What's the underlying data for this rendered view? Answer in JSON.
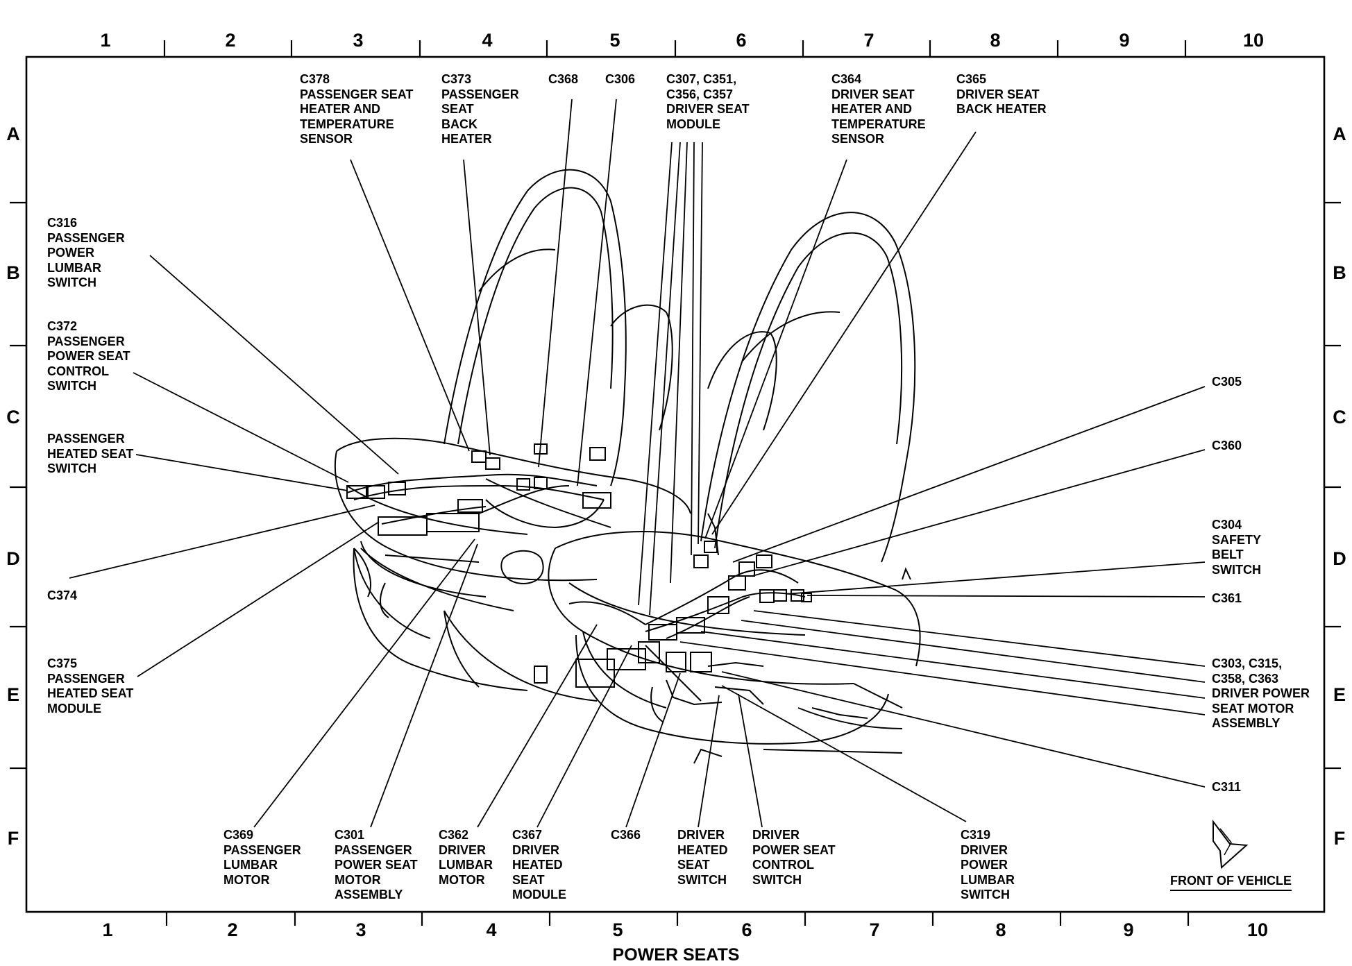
{
  "diagram": {
    "caption": "POWER SEATS",
    "columns": [
      "1",
      "2",
      "3",
      "4",
      "5",
      "6",
      "7",
      "8",
      "9",
      "10"
    ],
    "rows": [
      "A",
      "B",
      "C",
      "D",
      "E",
      "F"
    ],
    "front_label": "FRONT OF VEHICLE",
    "callouts": {
      "c378": [
        "C378",
        "PASSENGER SEAT",
        "HEATER AND",
        "TEMPERATURE",
        "SENSOR"
      ],
      "c373": [
        "C373",
        "PASSENGER",
        "SEAT",
        "BACK",
        "HEATER"
      ],
      "c368": [
        "C368"
      ],
      "c306": [
        "C306"
      ],
      "c307": [
        "C307, C351,",
        "C356, C357",
        "DRIVER SEAT",
        "MODULE"
      ],
      "c364": [
        "C364",
        "DRIVER SEAT",
        "HEATER AND",
        "TEMPERATURE",
        "SENSOR"
      ],
      "c365": [
        "C365",
        "DRIVER SEAT",
        "BACK HEATER"
      ],
      "c316": [
        "C316",
        "PASSENGER",
        "POWER",
        "LUMBAR",
        "SWITCH"
      ],
      "c372": [
        "C372",
        "PASSENGER",
        "POWER SEAT",
        "CONTROL",
        "SWITCH"
      ],
      "phs": [
        "PASSENGER",
        "HEATED SEAT",
        "SWITCH"
      ],
      "c374": [
        "C374"
      ],
      "c375": [
        "C375",
        "PASSENGER",
        "HEATED SEAT",
        "MODULE"
      ],
      "c305": [
        "C305"
      ],
      "c360": [
        "C360"
      ],
      "c304": [
        "C304",
        "SAFETY",
        "BELT",
        "SWITCH"
      ],
      "c361": [
        "C361"
      ],
      "c303": [
        "C303, C315,",
        "C358, C363",
        "DRIVER POWER",
        "SEAT MOTOR",
        "ASSEMBLY"
      ],
      "c311": [
        "C311"
      ],
      "c369": [
        "C369",
        "PASSENGER",
        "LUMBAR",
        "MOTOR"
      ],
      "c301": [
        "C301",
        "PASSENGER",
        "POWER SEAT",
        "MOTOR",
        "ASSEMBLY"
      ],
      "c362": [
        "C362",
        "DRIVER",
        "LUMBAR",
        "MOTOR"
      ],
      "c367": [
        "C367",
        "DRIVER",
        "HEATED",
        "SEAT",
        "MODULE"
      ],
      "c366": [
        "C366"
      ],
      "dhs": [
        "DRIVER",
        "HEATED",
        "SEAT",
        "SWITCH"
      ],
      "dps": [
        "DRIVER",
        "POWER SEAT",
        "CONTROL",
        "SWITCH"
      ],
      "c319": [
        "C319",
        "DRIVER",
        "POWER",
        "LUMBAR",
        "SWITCH"
      ]
    }
  }
}
